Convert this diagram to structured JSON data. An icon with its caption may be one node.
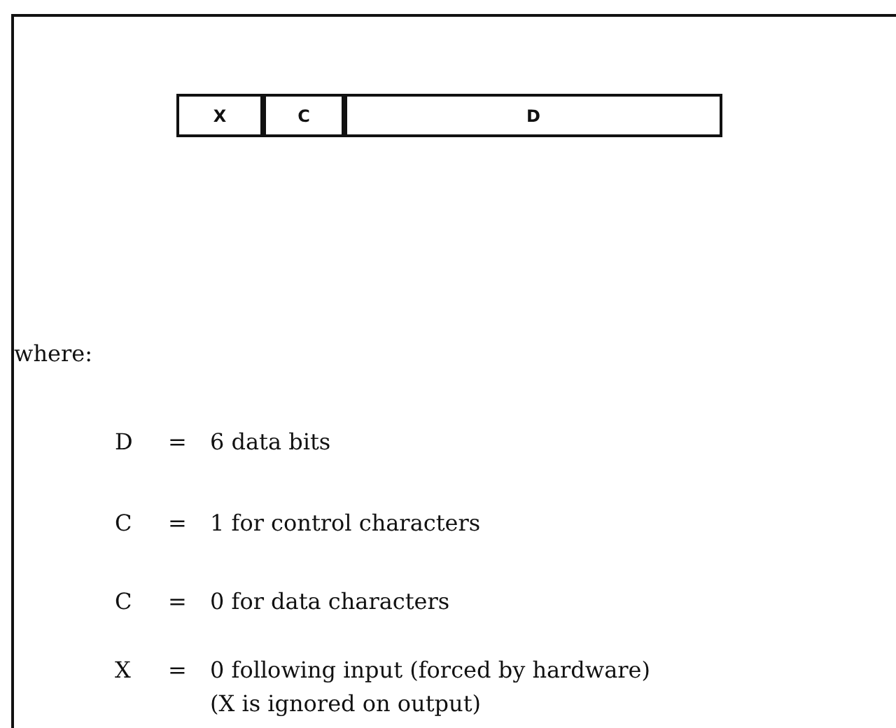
{
  "diagram": {
    "nodes": [
      {
        "text": [
          "X"
        ]
      },
      {
        "text": [
          "C"
        ]
      },
      {
        "text": [
          "D"
        ]
      }
    ],
    "labels": [
      "where:",
      "D",
      "=",
      "6 data bits",
      "C",
      "=",
      "1 for control characters",
      "C",
      "=",
      "0 for data characters",
      "X",
      "=",
      "0 following input (forced by hardware)",
      "(X is ignored on output)"
    ]
  }
}
